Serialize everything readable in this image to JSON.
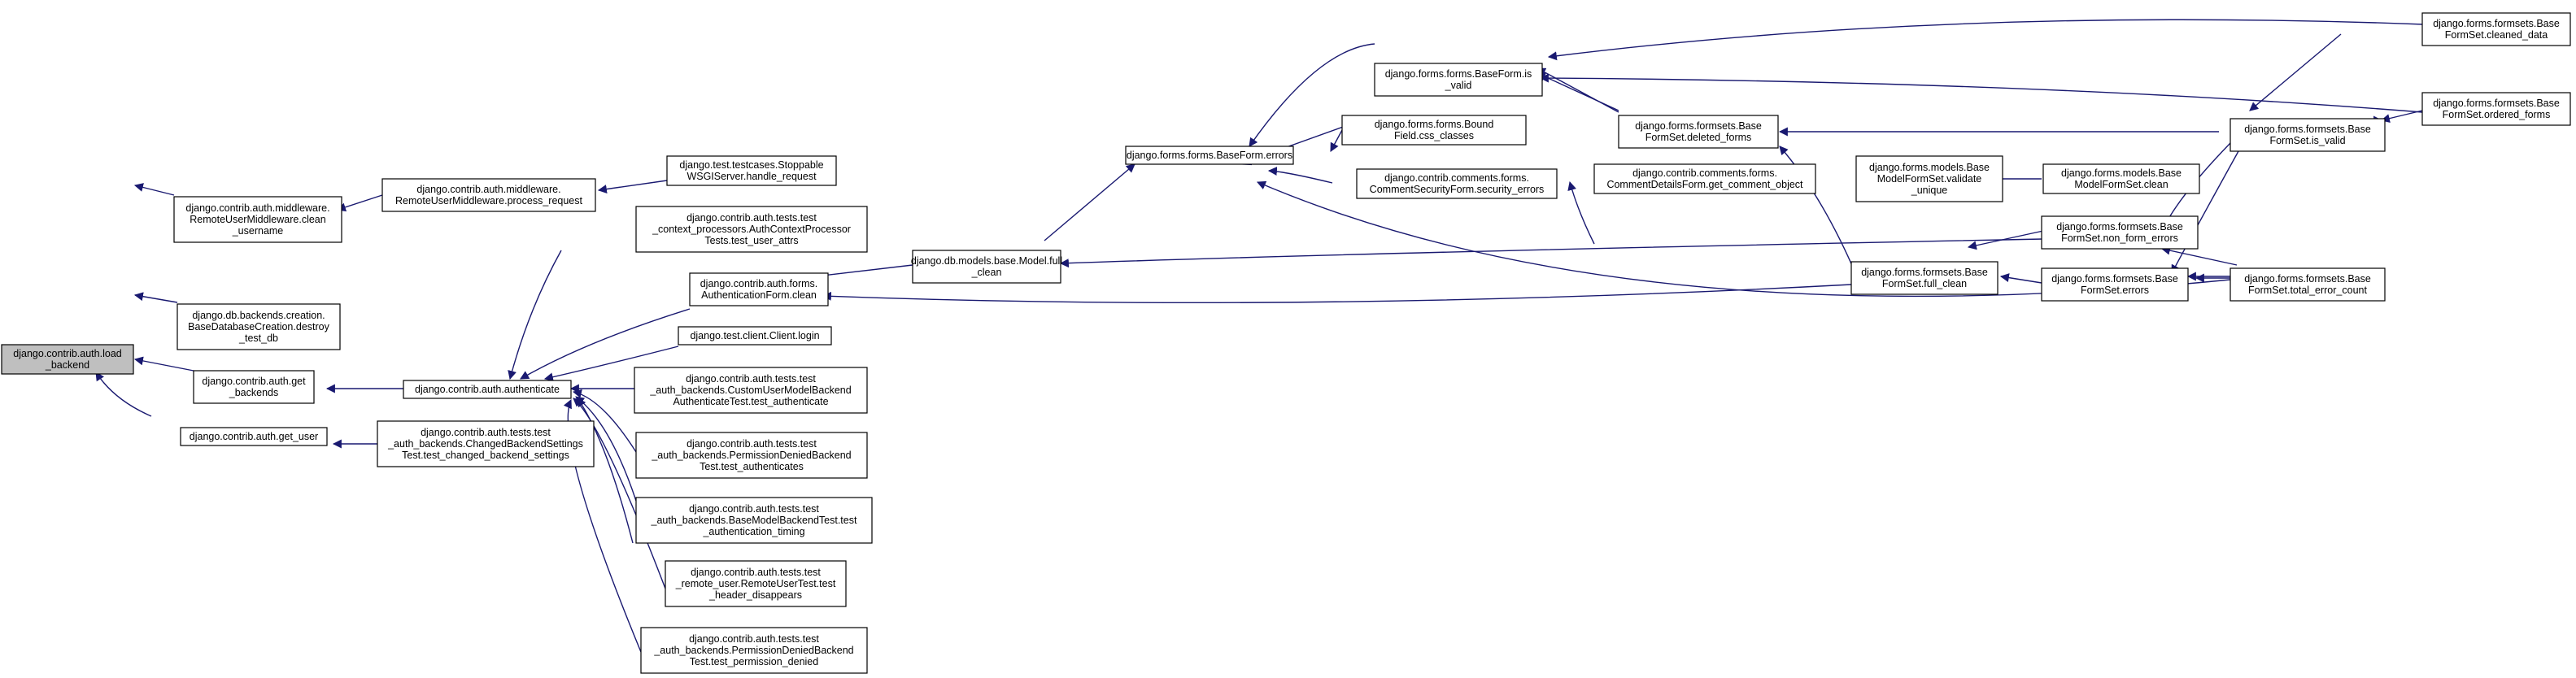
{
  "colors": {
    "edge": "#191970",
    "node_border": "#000000",
    "root_fill": "#bfbfbf"
  },
  "nodes": {
    "n0": [
      "django.contrib.auth.load",
      "_backend"
    ],
    "n1": [
      "django.contrib.auth.middleware.",
      "RemoteUserMiddleware.clean",
      "_username"
    ],
    "n2": [
      "django.db.backends.creation.",
      "BaseDatabaseCreation.destroy",
      "_test_db"
    ],
    "n3": [
      "django.contrib.auth.get",
      "_backends"
    ],
    "n4": [
      "django.contrib.auth.get_user"
    ],
    "n5": [
      "django.contrib.auth.middleware.",
      "RemoteUserMiddleware.process_request"
    ],
    "n6": [
      "django.test.testcases.Stoppable",
      "WSGIServer.handle_request"
    ],
    "n7": [
      "django.contrib.auth.authenticate"
    ],
    "n8": [
      "django.contrib.auth.tests.test",
      "_auth_backends.ChangedBackendSettings",
      "Test.test_changed_backend_settings"
    ],
    "n9": [
      "django.contrib.auth.tests.test",
      "_context_processors.AuthContextProcessor",
      "Tests.test_user_attrs"
    ],
    "n10": [
      "django.contrib.auth.forms.",
      "AuthenticationForm.clean"
    ],
    "n11": [
      "django.test.client.Client.login"
    ],
    "n12": [
      "django.contrib.auth.tests.test",
      "_auth_backends.CustomUserModelBackend",
      "AuthenticateTest.test_authenticate"
    ],
    "n13": [
      "django.contrib.auth.tests.test",
      "_auth_backends.PermissionDeniedBackend",
      "Test.test_authenticates"
    ],
    "n14": [
      "django.contrib.auth.tests.test",
      "_auth_backends.BaseModelBackendTest.test",
      "_authentication_timing"
    ],
    "n15": [
      "django.contrib.auth.tests.test",
      "_remote_user.RemoteUserTest.test",
      "_header_disappears"
    ],
    "n16": [
      "django.contrib.auth.tests.test",
      "_auth_backends.PermissionDeniedBackend",
      "Test.test_permission_denied"
    ],
    "n17": [
      "django.db.models.base.Model.full",
      "_clean"
    ],
    "n18": [
      "django.forms.forms.BaseForm.errors"
    ],
    "n19": [
      "django.forms.forms.BaseForm.is",
      "_valid"
    ],
    "n20": [
      "django.forms.forms.Bound",
      "Field.css_classes"
    ],
    "n21": [
      "django.contrib.comments.forms.",
      "CommentSecurityForm.security_errors"
    ],
    "n22": [
      "django.forms.formsets.Base",
      "FormSet.deleted_forms"
    ],
    "n23": [
      "django.contrib.comments.forms.",
      "CommentDetailsForm.get_comment_object"
    ],
    "n24": [
      "django.forms.models.Base",
      "ModelFormSet.validate",
      "_unique"
    ],
    "n25": [
      "django.forms.models.Base",
      "ModelFormSet.clean"
    ],
    "n26": [
      "django.forms.formsets.Base",
      "FormSet.full_clean"
    ],
    "n27": [
      "django.forms.formsets.Base",
      "FormSet.non_form_errors"
    ],
    "n28": [
      "django.forms.formsets.Base",
      "FormSet.errors"
    ],
    "n29": [
      "django.forms.formsets.Base",
      "FormSet.is_valid"
    ],
    "n30": [
      "django.forms.formsets.Base",
      "FormSet.total_error_count"
    ],
    "n31": [
      "django.forms.formsets.Base",
      "FormSet.cleaned_data"
    ],
    "n32": [
      "django.forms.formsets.Base",
      "FormSet.ordered_forms"
    ]
  }
}
